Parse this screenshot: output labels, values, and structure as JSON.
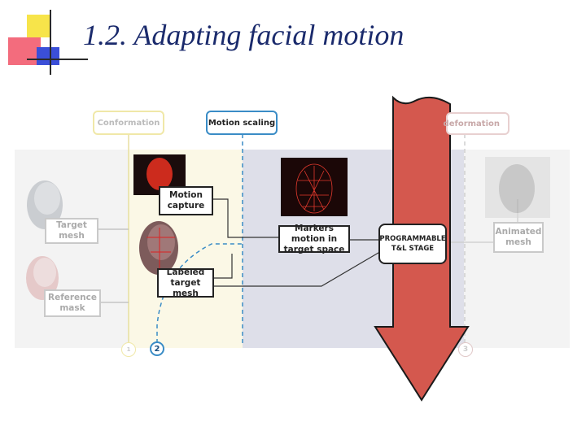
{
  "slide": {
    "title": "1.2. Adapting facial motion"
  },
  "diagram": {
    "stages": {
      "conformation": "Conformation",
      "motion_scaling": "Motion scaling",
      "deformation": "deformation"
    },
    "steps": {
      "one": "1",
      "two": "2",
      "three": "3"
    },
    "boxes": {
      "target_mesh": "Target mesh",
      "reference_mask": "Reference mask",
      "motion_capture": "Motion capture",
      "labeled_target_mesh": "Labeled target mesh",
      "markers_motion": "Markers motion in target space",
      "programmable_stage_line1": "PROGRAMMABLE",
      "programmable_stage_line2": "T&L STAGE",
      "animated_mesh": "Animated mesh"
    },
    "colors": {
      "conformation_border": "#f0e8a8",
      "motion_scaling_border": "#3a8cc6",
      "arrow_fill": "#d4584e",
      "arrow_stroke": "#1a1a1a",
      "title_color": "#1a2a6c"
    }
  }
}
